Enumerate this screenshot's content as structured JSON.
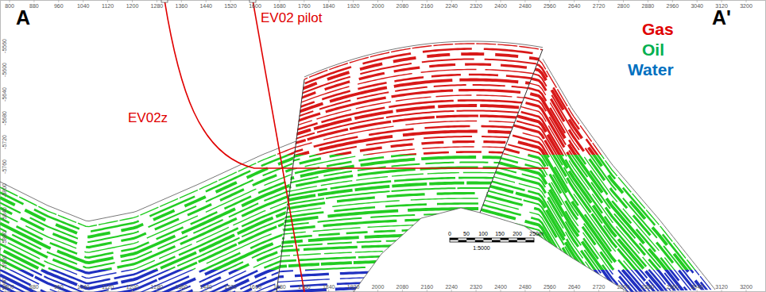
{
  "diagram": {
    "labels": [
      "A",
      "A'",
      "EV02z",
      "EV02 pilot",
      "800",
      "880",
      "960",
      "1040",
      "1120",
      "1200",
      "1280",
      "1360",
      "1440",
      "1520",
      "1600",
      "1680",
      "1760",
      "1840",
      "1920",
      "2000",
      "2080",
      "2160",
      "2240",
      "2320",
      "2400",
      "2480",
      "2560",
      "2640",
      "2720",
      "2800",
      "2880",
      "2960",
      "3040",
      "3120",
      "3200",
      "800",
      "880",
      "960",
      "1040",
      "1120",
      "1200",
      "1280",
      "1360",
      "1440",
      "1520",
      "1600",
      "1680",
      "1760",
      "1840",
      "1920",
      "2000",
      "2080",
      "2160",
      "2240",
      "2320",
      "2400",
      "2480",
      "2560",
      "2640",
      "2720",
      "2800",
      "2880",
      "2960",
      "3040",
      "3120",
      "3200",
      "-5560",
      "-5600",
      "-5640",
      "-5680",
      "-5720",
      "-5760",
      "-5800",
      "-5840",
      "-5880",
      "-5920",
      "-5960",
      "0",
      "50",
      "100",
      "150",
      "200",
      "250m",
      "1:5000"
    ],
    "legend": [
      {
        "text": "Gas",
        "color": "#e00000"
      },
      {
        "text": "Oil",
        "color": "#00b050"
      },
      {
        "text": "Water",
        "color": "#0070c0"
      }
    ]
  }
}
